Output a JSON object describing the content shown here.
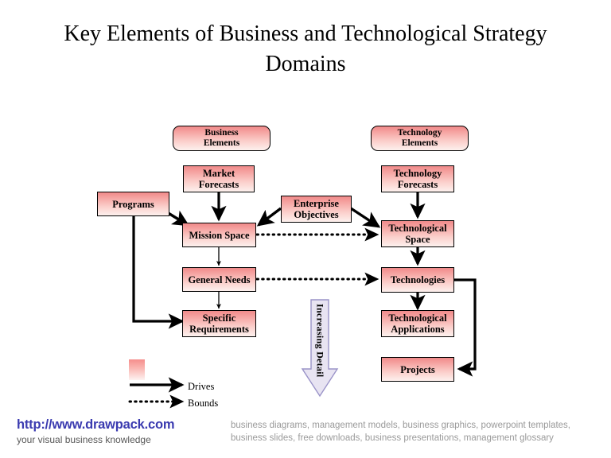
{
  "slide": {
    "title": "Key Elements of Business and Technological Strategy Domains",
    "background_color": "#ffffff"
  },
  "colors": {
    "box_fill_top": "#f08a8a",
    "box_fill_bottom": "#fdf1ee",
    "box_border": "#000000",
    "arrow": "#000000",
    "detail_arrow_fill": "#e8e4f2",
    "detail_arrow_border": "#9a93c8",
    "footer_url": "#3b3bb0",
    "footer_tagline": "#585858",
    "footer_keywords": "#9a9a9a"
  },
  "headers": {
    "business": "Business\nElements",
    "technology": "Technology\nElements"
  },
  "nodes": {
    "market_forecasts": "Market\nForecasts",
    "programs": "Programs",
    "enterprise_objectives": "Enterprise\nObjectives",
    "mission_space": "Mission Space",
    "general_needs": "General Needs",
    "specific_requirements": "Specific\nRequirements",
    "technology_forecasts": "Technology\nForecasts",
    "technological_space": "Technological\nSpace",
    "technologies": "Technologies",
    "technological_applications": "Technological\nApplications",
    "projects": "Projects"
  },
  "detail_arrow": {
    "label": "Increasing Detail"
  },
  "legend": {
    "swatch_name": "element-box-swatch",
    "drives": "Drives",
    "bounds": "Bounds"
  },
  "footer": {
    "url": "http://www.drawpack.com",
    "tagline": "your visual business knowledge",
    "keywords": "business diagrams, management models, business graphics, powerpoint templates, business slides, free downloads, business presentations, management glossary"
  },
  "connections": [
    {
      "from": "market_forecasts",
      "to": "mission_space",
      "type": "drives"
    },
    {
      "from": "programs",
      "to": "mission_space",
      "type": "drives"
    },
    {
      "from": "programs",
      "to": "specific_requirements",
      "type": "drives"
    },
    {
      "from": "enterprise_objectives",
      "to": "mission_space",
      "type": "drives"
    },
    {
      "from": "enterprise_objectives",
      "to": "technological_space",
      "type": "drives"
    },
    {
      "from": "mission_space",
      "to": "general_needs",
      "type": "drives"
    },
    {
      "from": "general_needs",
      "to": "specific_requirements",
      "type": "drives"
    },
    {
      "from": "mission_space",
      "to": "technological_space",
      "type": "bounds"
    },
    {
      "from": "general_needs",
      "to": "technologies",
      "type": "bounds"
    },
    {
      "from": "technology_forecasts",
      "to": "technological_space",
      "type": "drives"
    },
    {
      "from": "technological_space",
      "to": "technologies",
      "type": "drives"
    },
    {
      "from": "technologies",
      "to": "technological_applications",
      "type": "drives"
    },
    {
      "from": "technologies",
      "to": "projects",
      "type": "drives"
    }
  ]
}
